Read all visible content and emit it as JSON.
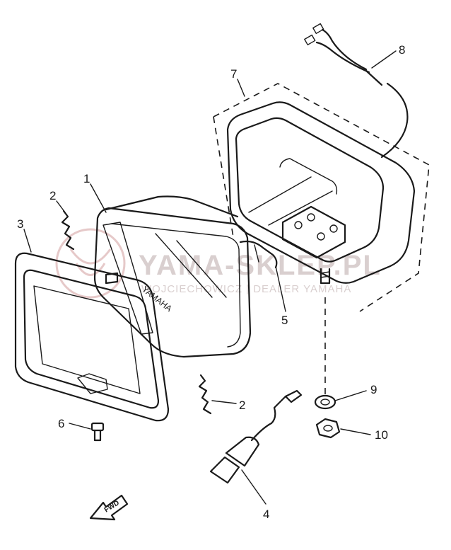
{
  "callouts": {
    "c1": "1",
    "c2a": "2",
    "c2b": "2",
    "c3": "3",
    "c4": "4",
    "c5": "5",
    "c6": "6",
    "c7": "7",
    "c8": "8",
    "c9": "9",
    "c10": "10"
  },
  "lens_marking": "YAMAHA",
  "fwd_label": "FWD",
  "watermark": {
    "main": "YAMA-SKLEP.PL",
    "sub": "WOJCIECHOWICZ | DEALER YAMAHA"
  },
  "colors": {
    "ink": "#1a1a1a",
    "watermark": "#d9cfcf",
    "watermark_logo": "#e6c9c9"
  }
}
